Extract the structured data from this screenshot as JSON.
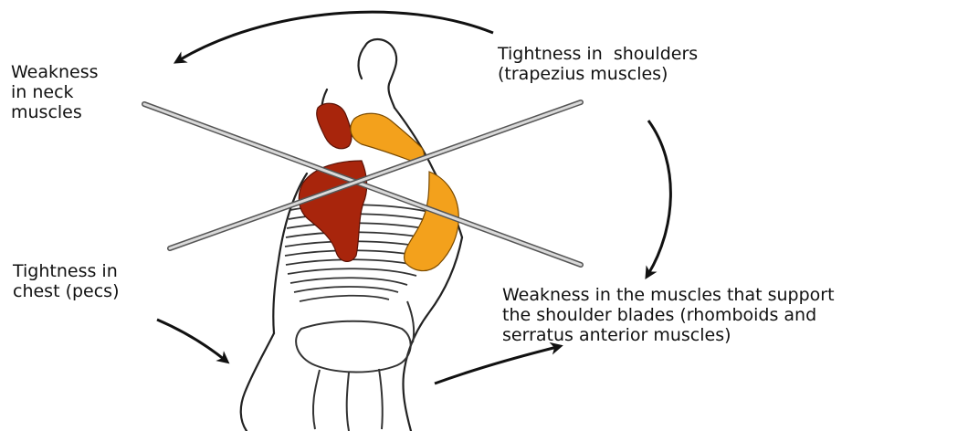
{
  "labels": {
    "neck_weakness": {
      "line1": "Weakness",
      "line2": "in neck",
      "line3": "muscles"
    },
    "shoulder_tightness": {
      "line1": "Tightness in  shoulders",
      "line2": "(trapezius muscles)"
    },
    "chest_tightness": {
      "line1": "Tightness in",
      "line2": "chest (pecs)"
    },
    "blade_weakness": {
      "line1": "Weakness in the muscles that support",
      "line2": "the shoulder blades (rhomboids and",
      "line3": "serratus anterior muscles)"
    }
  },
  "colors": {
    "weak_muscle": "#a8250c",
    "tight_muscle": "#f3a11c",
    "line": "#111111",
    "crossed_bar": "#c8c8c8"
  },
  "icons": {
    "arrows": "curved-arrow-icon",
    "body": "posture-skeleton-figure"
  }
}
